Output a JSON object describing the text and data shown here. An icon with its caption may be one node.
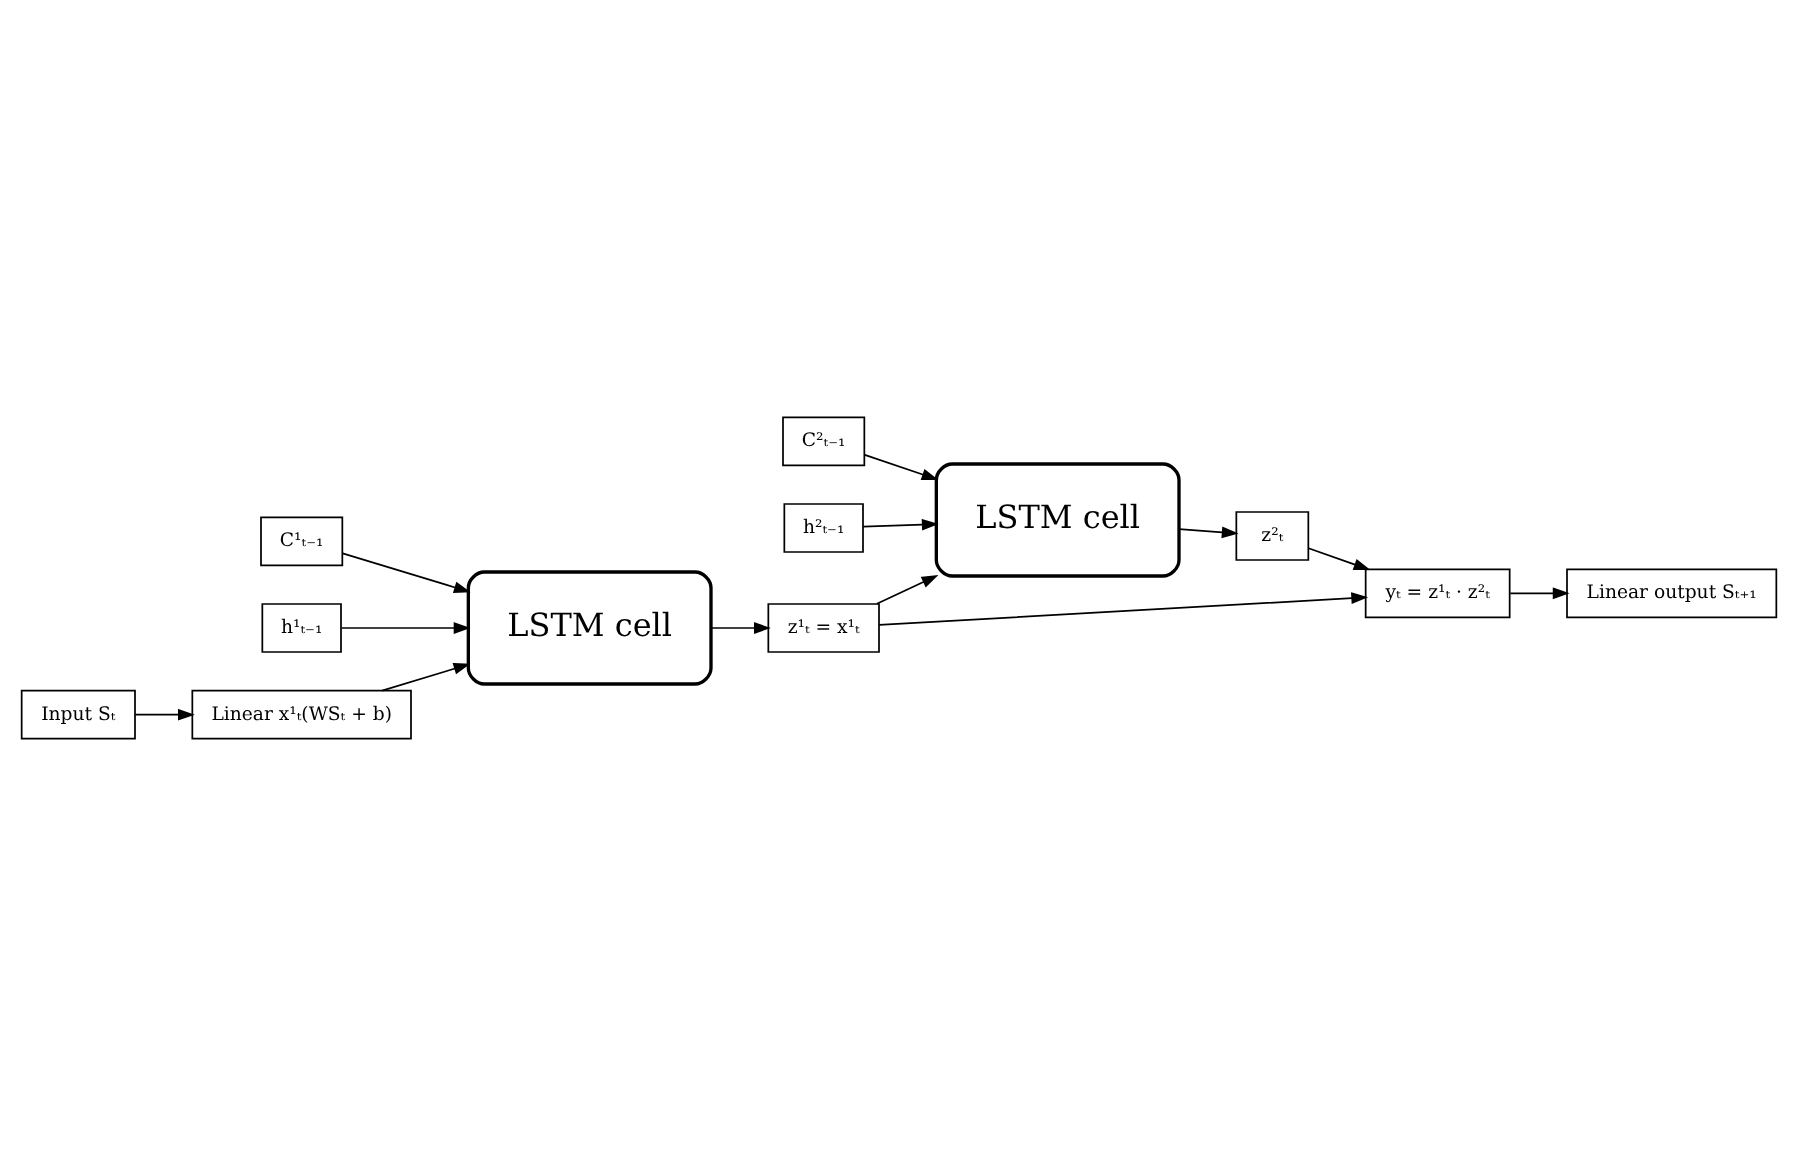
{
  "diagram": {
    "nodes": [
      {
        "text": [
          "C²ₜ₋₁"
        ]
      },
      {
        "text": [
          "LSTM cell"
        ]
      },
      {
        "text": [
          "h²ₜ₋₁"
        ]
      },
      {
        "text": [
          "z²ₜ"
        ]
      },
      {
        "text": [
          "C¹ₜ₋₁"
        ]
      },
      {
        "text": [
          "LSTM cell"
        ]
      },
      {
        "text": [
          "h¹ₜ₋₁"
        ]
      },
      {
        "text": [
          "z¹ₜ = x¹ₜ"
        ]
      },
      {
        "text": [
          "yₜ = z¹ₜ · z²ₜ"
        ]
      },
      {
        "text": [
          "Linear x¹ₜ(WSₜ + b)"
        ]
      },
      {
        "text": [
          "Input Sₜ"
        ]
      },
      {
        "text": [
          "Linear output Sₜ₊₁"
        ]
      }
    ],
    "edges": [
      {
        "from": 0,
        "to": 1,
        "arrow": "to"
      },
      {
        "from": 2,
        "to": 1,
        "arrow": "to"
      },
      {
        "from": 1,
        "to": 3,
        "arrow": "to"
      },
      {
        "from": 4,
        "to": 5,
        "arrow": "to"
      },
      {
        "from": 6,
        "to": 5,
        "arrow": "to"
      },
      {
        "from": 5,
        "to": 7,
        "arrow": "to"
      },
      {
        "from": 7,
        "to": 1,
        "arrow": "to"
      },
      {
        "from": 7,
        "to": 8,
        "arrow": "to"
      },
      {
        "from": 3,
        "to": 8,
        "arrow": "to"
      },
      {
        "from": 10,
        "to": 9,
        "arrow": "to"
      },
      {
        "from": 9,
        "to": 5,
        "arrow": "to"
      },
      {
        "from": 8,
        "to": 11,
        "arrow": "to"
      }
    ]
  }
}
